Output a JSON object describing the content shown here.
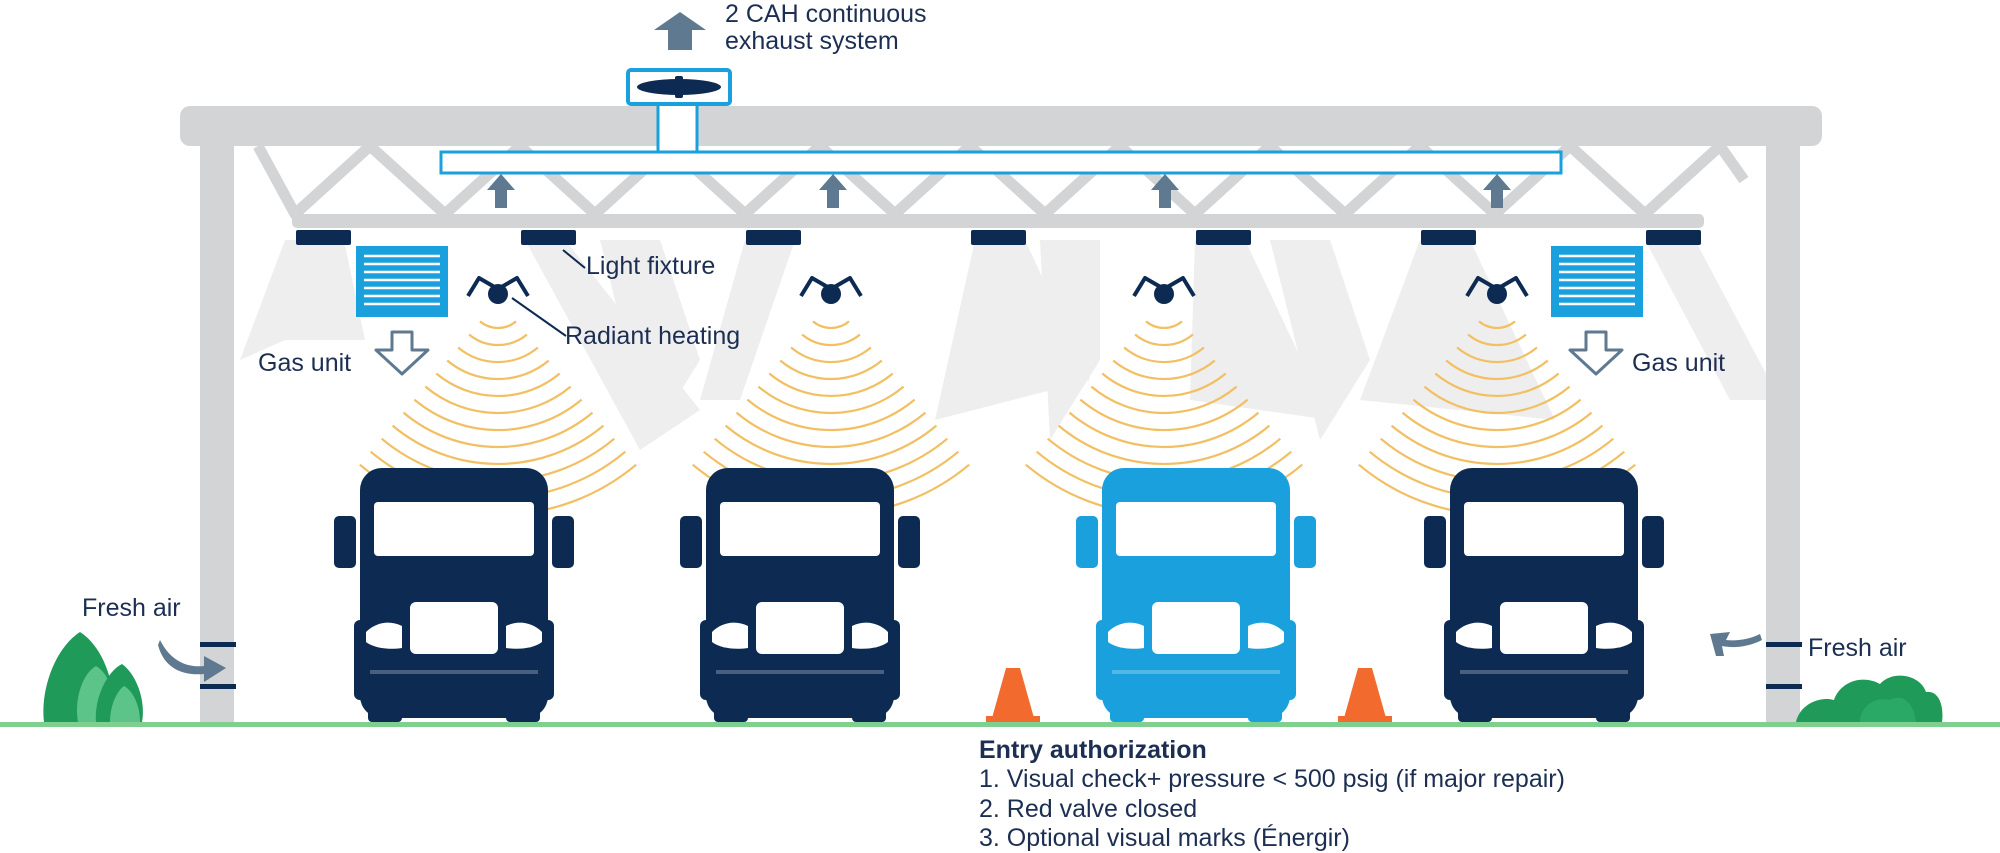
{
  "exhaust": {
    "line1": "2 CAH continuous",
    "line2": "exhaust system"
  },
  "labels": {
    "light_fixture": "Light fixture",
    "radiant_heating": "Radiant heating",
    "gas_unit_left": "Gas unit",
    "gas_unit_right": "Gas unit",
    "fresh_air_left": "Fresh air",
    "fresh_air_right": "Fresh air"
  },
  "entry": {
    "title": "Entry authorization",
    "items": [
      "1. Visual check+ pressure < 500 psig (if major repair)",
      "2. Red valve closed",
      "3. Optional visual marks (Énergir)"
    ]
  },
  "colors": {
    "navy": "#0d2a52",
    "blue": "#1aa0dc",
    "grey": "#d3d4d6",
    "arrow": "#5f7a90",
    "heat": "#f2bf63",
    "cone": "#f26a2e",
    "ground": "#7fcf8f",
    "plant_dark": "#1f9a58",
    "plant_light": "#5cc489"
  },
  "trucks": [
    {
      "highlighted": false
    },
    {
      "highlighted": false
    },
    {
      "highlighted": true
    },
    {
      "highlighted": false
    }
  ],
  "icons": [
    "exhaust-fan-icon",
    "gas-unit-icon",
    "radiant-heater-icon",
    "light-fixture-icon",
    "truck-icon",
    "traffic-cone-icon",
    "bush-icon",
    "arrow-icon"
  ]
}
